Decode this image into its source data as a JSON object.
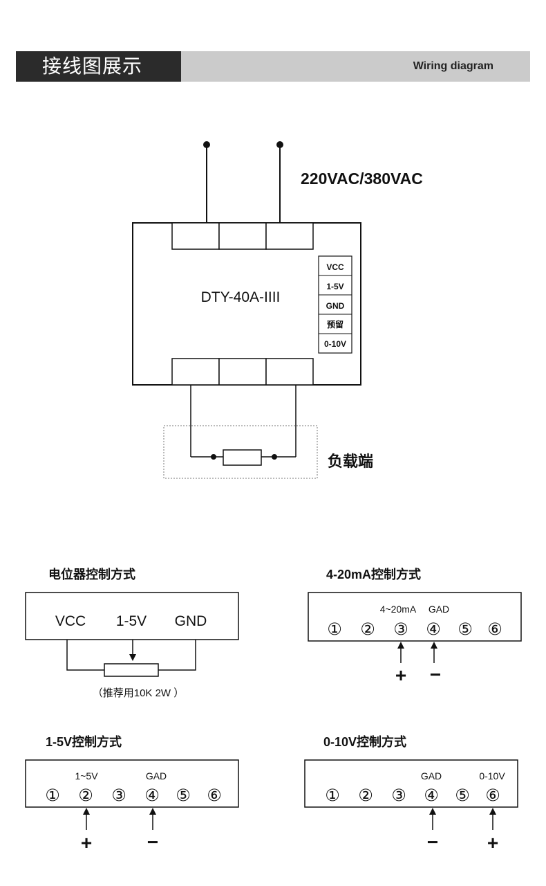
{
  "header": {
    "title": "接线图展示",
    "subtitle": "Wiring diagram"
  },
  "main": {
    "power_label": "220VAC/380VAC",
    "device_model": "DTY-40A-IIII",
    "terminals": [
      "VCC",
      "1-5V",
      "GND",
      "预留",
      "0-10V"
    ],
    "load_label": "负载端"
  },
  "potentiometer": {
    "title": "电位器控制方式",
    "labels": [
      "VCC",
      "1-5V",
      "GND"
    ],
    "note": "（推荐用10K 2W ）"
  },
  "ma_control": {
    "title": "4-20mA控制方式",
    "signal_label": "4~20mA",
    "ground_label": "GAD",
    "plus": "+",
    "minus": "−"
  },
  "v15_control": {
    "title": "1-5V控制方式",
    "signal_label": "1~5V",
    "ground_label": "GAD",
    "plus": "+",
    "minus": "−"
  },
  "v010_control": {
    "title": "0-10V控制方式",
    "signal_label": "0-10V",
    "ground_label": "GAD",
    "plus": "+",
    "minus": "−"
  },
  "pins": [
    "①",
    "②",
    "③",
    "④",
    "⑤",
    "⑥"
  ]
}
